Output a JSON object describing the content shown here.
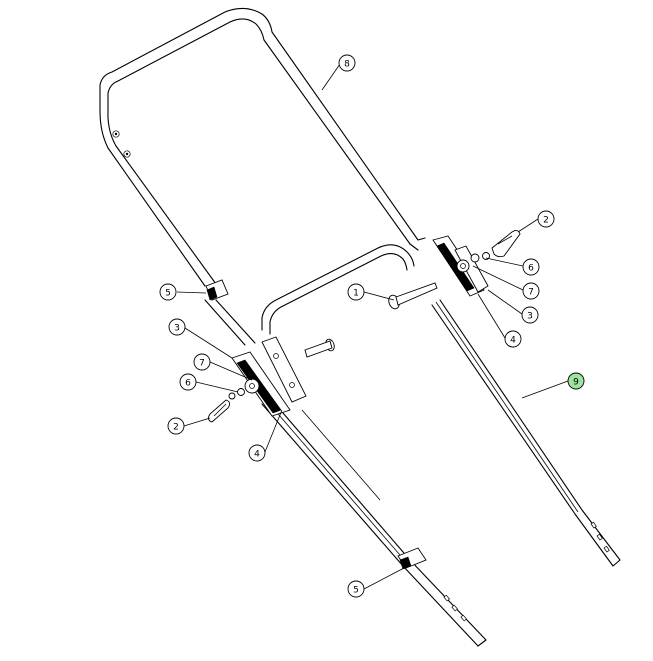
{
  "diagram": {
    "callouts": [
      {
        "id": "c-8",
        "label": "8"
      },
      {
        "id": "c-2-right",
        "label": "2"
      },
      {
        "id": "c-6-right",
        "label": "6"
      },
      {
        "id": "c-7-right",
        "label": "7"
      },
      {
        "id": "c-3-right",
        "label": "3"
      },
      {
        "id": "c-4-right",
        "label": "4"
      },
      {
        "id": "c-1",
        "label": "1"
      },
      {
        "id": "c-5-upper",
        "label": "5"
      },
      {
        "id": "c-3-left",
        "label": "3"
      },
      {
        "id": "c-7-left",
        "label": "7"
      },
      {
        "id": "c-6-left",
        "label": "6"
      },
      {
        "id": "c-2-left",
        "label": "2"
      },
      {
        "id": "c-4-left",
        "label": "4"
      },
      {
        "id": "c-9",
        "label": "9"
      },
      {
        "id": "c-5-lower",
        "label": "5"
      }
    ],
    "highlight_color": "#9ee3a0",
    "line_color": "#000000"
  }
}
